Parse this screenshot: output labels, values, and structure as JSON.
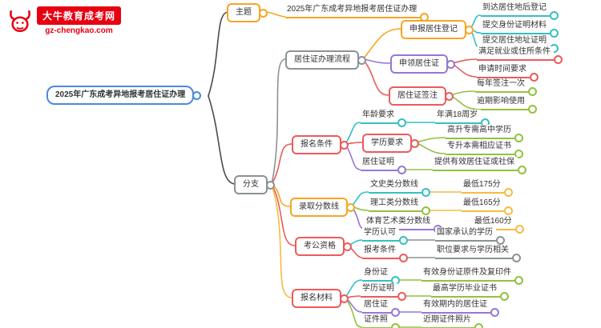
{
  "logo": {
    "site_name": "大牛教育成考网",
    "domain": "gz-chengkao.com"
  },
  "colors": {
    "brand_red": "#E60012",
    "root_blue": "#4A89DC",
    "orange": "#F5A623",
    "yellow": "#F6BB42",
    "cyan": "#35BFC4",
    "red": "#EA5B5B",
    "green": "#93C13D",
    "purple": "#9578D3",
    "gray": "#8A9296"
  },
  "mindmap": {
    "root": "2025年广东成考异地报考居住证办理",
    "theme": {
      "label": "主题",
      "topic": "2025年广东成考异地报考居住证办理"
    },
    "branches_label": "分支",
    "process": {
      "label": "居住证办理流程",
      "register": {
        "label": "申报居住登记",
        "items": [
          "到达居住地后登记",
          "提交身份证明材料",
          "提交居住地址证明"
        ]
      },
      "apply": {
        "label": "申领居住证",
        "items": [
          "满足就业或住所条件",
          "申请时间要求"
        ]
      },
      "endorsement": {
        "label": "居住证签注",
        "items": [
          "每年签注一次",
          "逾期影响使用"
        ]
      }
    },
    "enroll_conditions": {
      "label": "报名条件",
      "age": {
        "label": "年龄要求",
        "detail": "年满18周岁"
      },
      "education": {
        "label": "学历要求",
        "items": [
          "高升专需高中学历",
          "专升本需相应证书"
        ]
      },
      "residence": {
        "label": "居住证明",
        "detail": "提供有效居住证或社保"
      }
    },
    "scores": {
      "label": "录取分数线",
      "liberal": {
        "label": "文史类分数线",
        "detail": "最低175分"
      },
      "science": {
        "label": "理工类分数线",
        "detail": "最低165分"
      },
      "sports": {
        "label": "体育艺术类分数线",
        "detail": "最低160分"
      }
    },
    "civil_service": {
      "label": "考公资格",
      "recognition": {
        "label": "学历认可",
        "detail": "国家承认的学历"
      },
      "conditions": {
        "label": "报考条件",
        "detail": "职位要求与学历相关"
      }
    },
    "materials": {
      "label": "报名材料",
      "id_card": {
        "label": "身份证",
        "detail": "有效身份证原件及复印件"
      },
      "diploma": {
        "label": "学历证明",
        "detail": "最高学历毕业证书"
      },
      "permit": {
        "label": "居住证",
        "detail": "有效期内的居住证"
      },
      "photo": {
        "label": "证件照",
        "detail": "近期证件照片"
      }
    }
  }
}
